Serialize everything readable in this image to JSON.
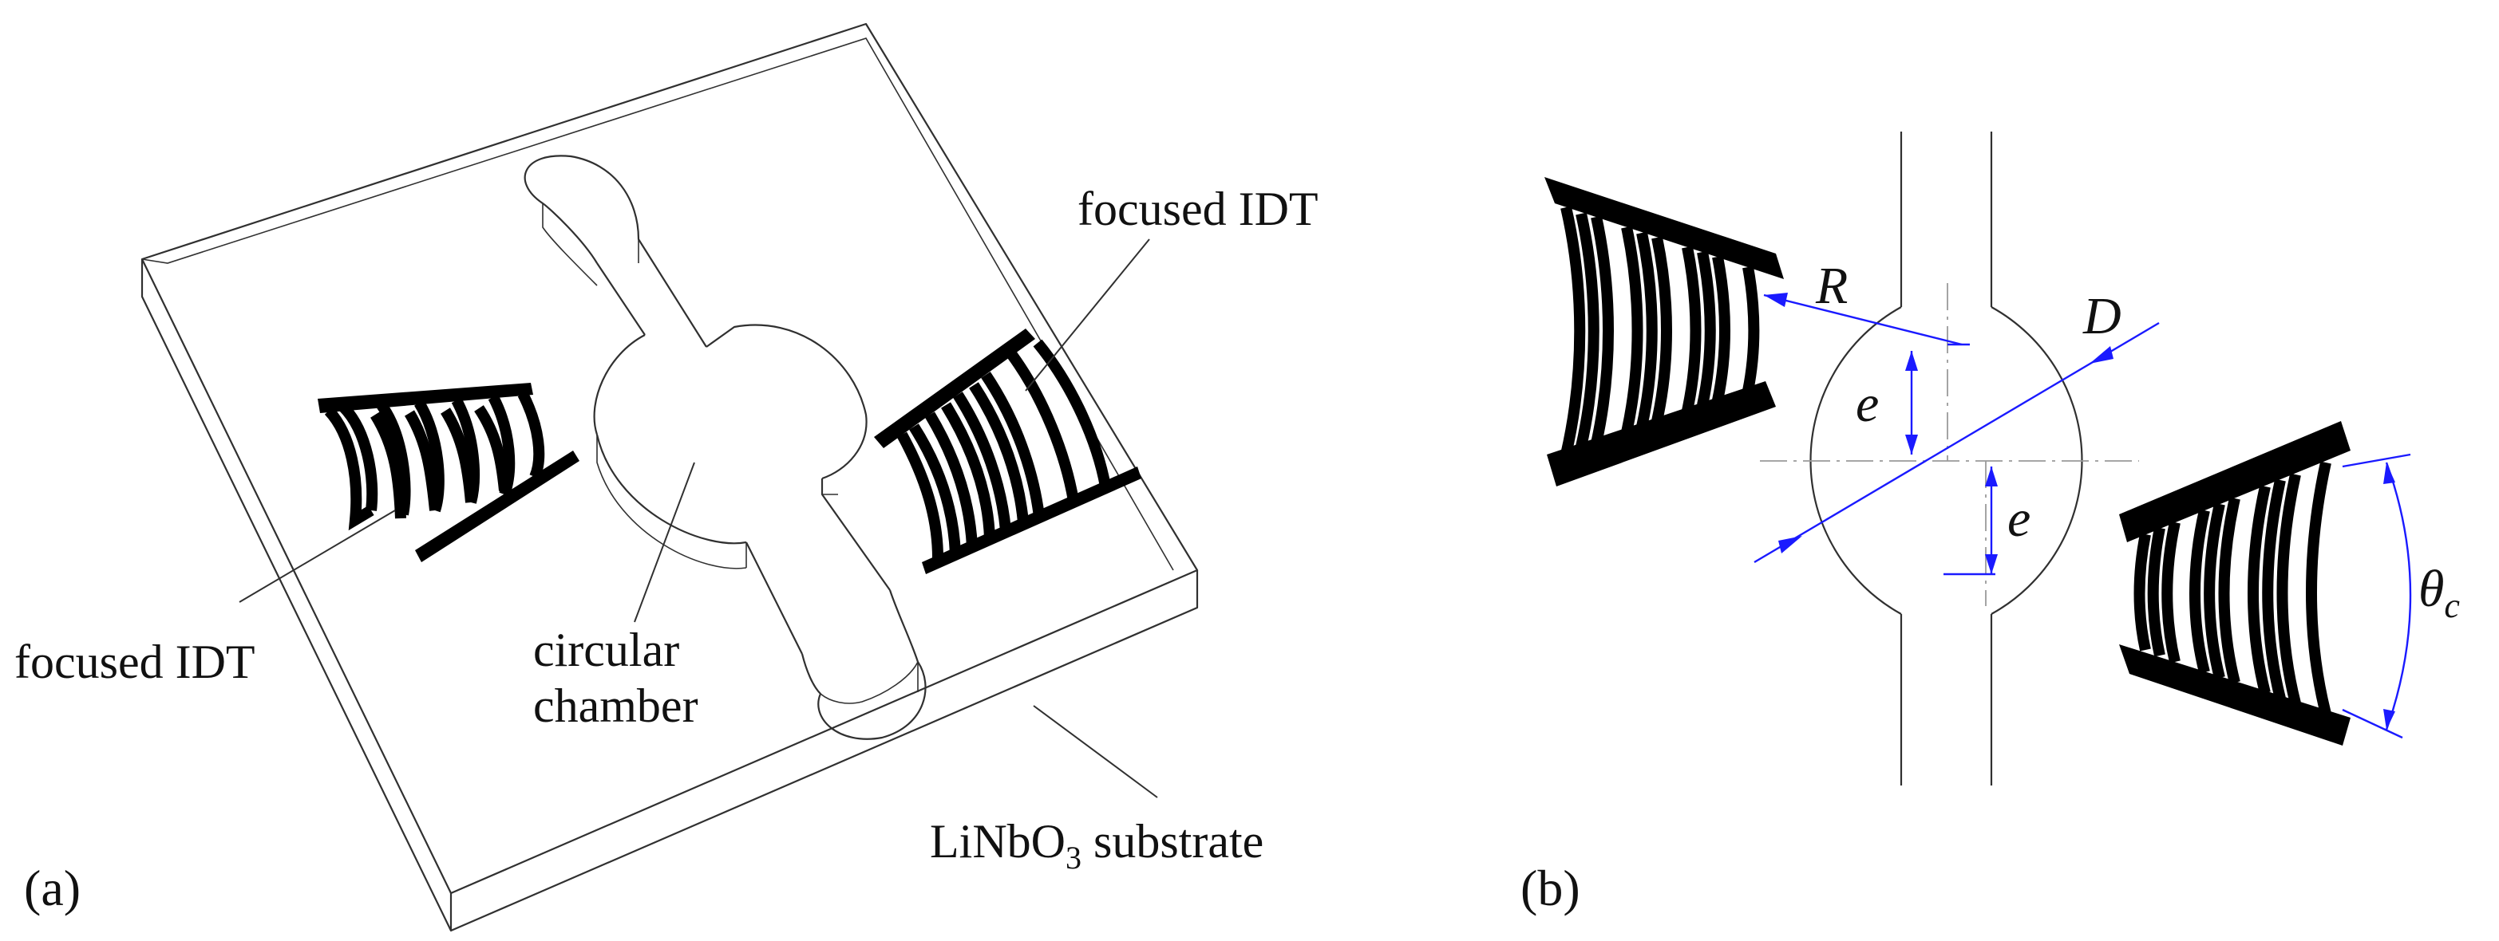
{
  "panel_a": {
    "tag": "(a)",
    "labels": {
      "idt_top": "focused IDT",
      "idt_left": "focused IDT",
      "chamber_line1": "circular",
      "chamber_line2": "chamber",
      "substrate_main": "LiNbO",
      "substrate_sub": "3",
      "substrate_rest": " substrate"
    }
  },
  "panel_b": {
    "tag": "(b)",
    "symbols": {
      "radius": "R",
      "diameter": "D",
      "offset_top": "e",
      "offset_bottom": "e",
      "theta": "θ",
      "theta_sub": "c"
    }
  },
  "colors": {
    "dimension": "#1a1aff",
    "outline": "#303030",
    "electrode": "#000000"
  }
}
